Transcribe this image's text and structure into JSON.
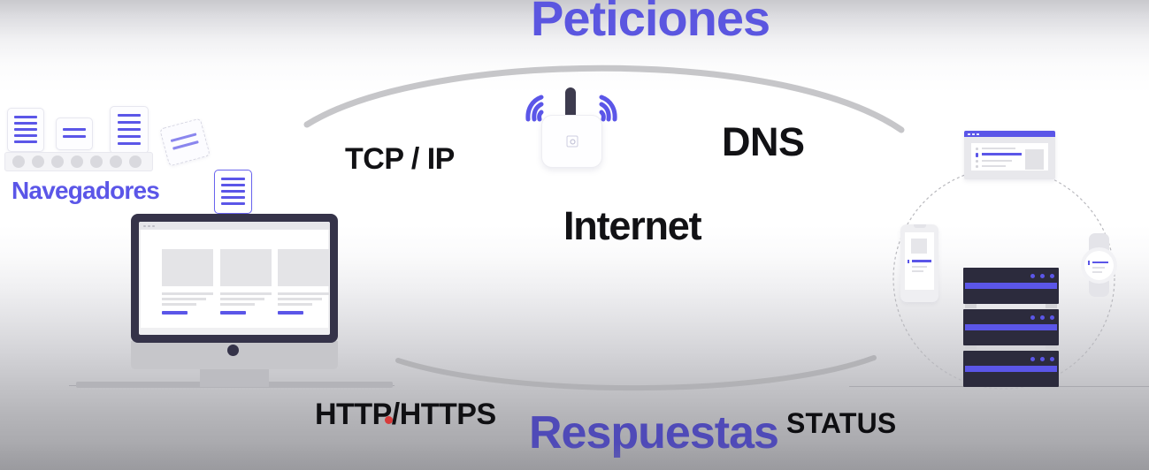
{
  "diagram": {
    "title_top": "Peticiones",
    "title_bottom": "Respuestas",
    "labels": {
      "browsers": "Navegadores",
      "tcpip": "TCP / IP",
      "dns": "DNS",
      "internet": "Internet",
      "http": "HTTP/HTTPS",
      "status": "STATUS"
    },
    "colors": {
      "accent_purple": "#5b56e8",
      "title_top": "#5b56e0",
      "title_bottom": "#4f4ab8",
      "dark_navy": "#2c2b3d",
      "monitor_bezel": "#353349",
      "text_black": "#121215",
      "arc_grey": "#c6c6c9",
      "cursor_red": "#d73b3b"
    },
    "flow": {
      "top_arc": "request flow from browsers to servers",
      "bottom_arc": "response flow from servers to browsers"
    },
    "nodes": {
      "client_side": [
        "documents-stack",
        "desktop-monitor",
        "browsers-label"
      ],
      "network": [
        "wifi-router",
        "tcpip-label",
        "dns-label",
        "internet-label"
      ],
      "server_side": [
        "browser-window",
        "smartphone",
        "smartwatch",
        "server-rack"
      ]
    },
    "counts": {
      "documents": 5,
      "tray_keys": 7,
      "monitor_cards": 3,
      "rack_units": 3,
      "rack_dots_per_unit": 3,
      "wifi_arcs_per_side": 3
    }
  }
}
